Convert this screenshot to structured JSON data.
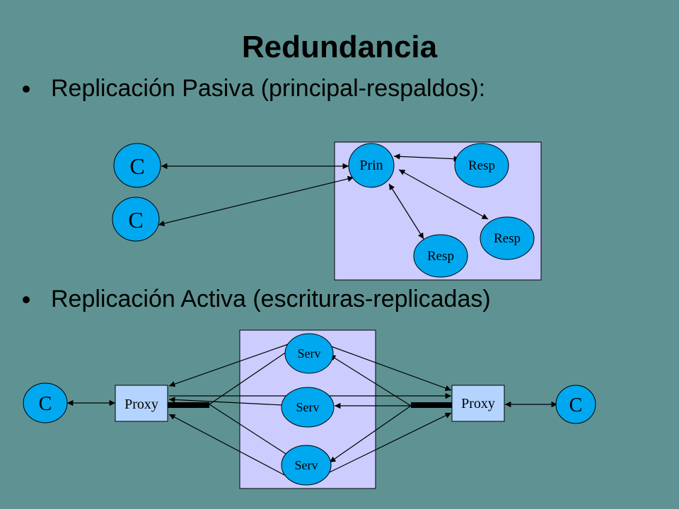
{
  "slide": {
    "title": "Redundancia",
    "bullets": [
      {
        "text": "Replicación Pasiva (principal-respaldos):"
      },
      {
        "text": "Replicación Activa (escrituras-replicadas)"
      }
    ]
  },
  "passive_diagram": {
    "client_label": "C",
    "primary_label": "Prin",
    "backup_label": "Resp"
  },
  "active_diagram": {
    "client_label": "C",
    "proxy_label": "Proxy",
    "server_label": "Serv"
  },
  "colors": {
    "background": "#5f9393",
    "node_fill": "#00a8f0",
    "group_box": "#ccccff",
    "proxy_fill": "#b4d4ff"
  }
}
